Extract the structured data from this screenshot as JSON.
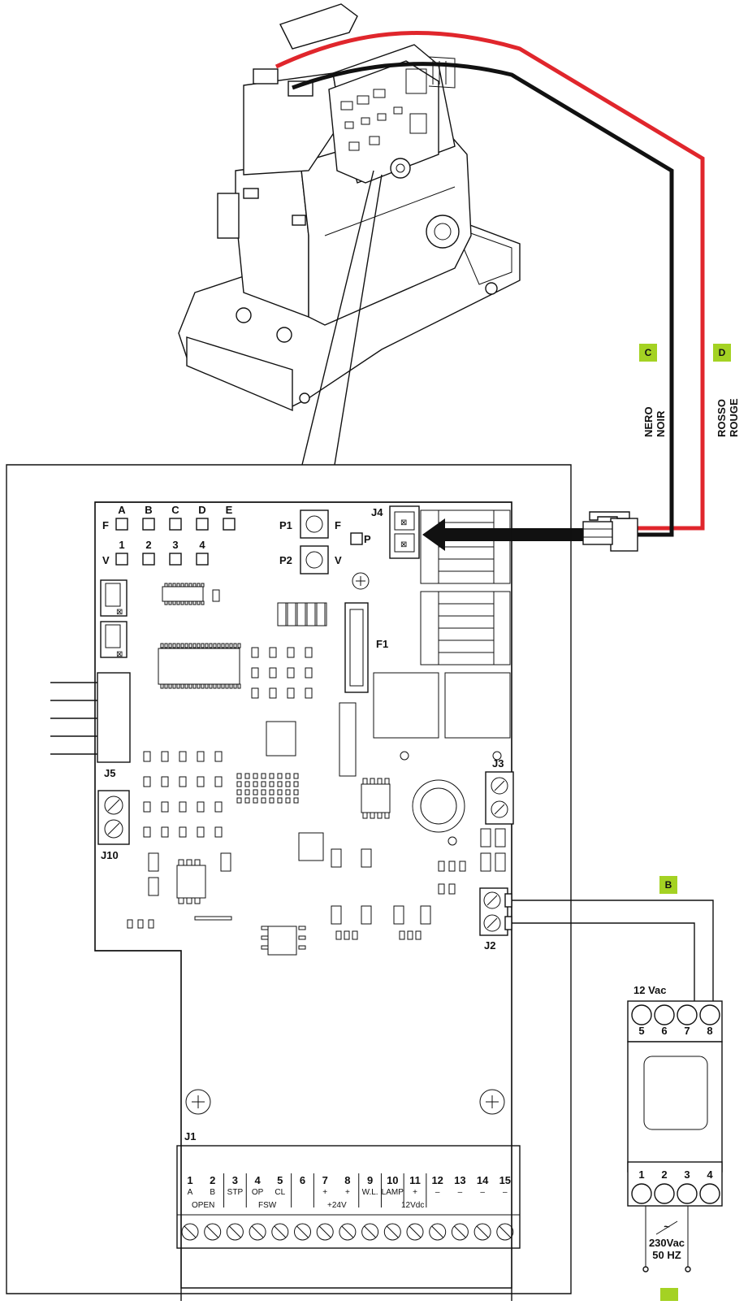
{
  "cable": {
    "c_badge": "C",
    "d_badge": "D",
    "black_it": "NERO",
    "black_fr": "NOIR",
    "red_it": "ROSSO",
    "red_fr": "ROUGE",
    "colors": {
      "red": "#e0262c",
      "black": "#111111",
      "badge": "#a4d223"
    }
  },
  "board": {
    "dip_letters": [
      "A",
      "B",
      "C",
      "D",
      "E"
    ],
    "dip_numbers": [
      "1",
      "2",
      "3",
      "4"
    ],
    "row_f": "F",
    "row_v": "V",
    "p1": "P1",
    "p1_side": "F",
    "p2": "P2",
    "p2_side": "V",
    "p_label": "P",
    "j4": "J4",
    "f1": "F1",
    "j5": "J5",
    "j10": "J10",
    "j3": "J3",
    "j2": "J2",
    "j1": "J1"
  },
  "terminals": [
    {
      "n": "1",
      "sub": "A"
    },
    {
      "n": "2",
      "sub": "B"
    },
    {
      "n": "3",
      "sub": "STP"
    },
    {
      "n": "4",
      "sub": "OP"
    },
    {
      "n": "5",
      "sub": "CL"
    },
    {
      "n": "6",
      "sub": ""
    },
    {
      "n": "7",
      "sub": "+"
    },
    {
      "n": "8",
      "sub": "+"
    },
    {
      "n": "9",
      "sub": "W.L."
    },
    {
      "n": "10",
      "sub": "LAMP"
    },
    {
      "n": "11",
      "sub": "+"
    },
    {
      "n": "12",
      "sub": "–"
    },
    {
      "n": "13",
      "sub": "–"
    },
    {
      "n": "14",
      "sub": "–"
    },
    {
      "n": "15",
      "sub": "–"
    }
  ],
  "terminal_groups": {
    "open": "OPEN",
    "fsw": "FSW",
    "v24": "+24V",
    "v12": "12Vdc"
  },
  "transformer": {
    "b_badge": "B",
    "out_label": "12 Vac",
    "top_pins": [
      "5",
      "6",
      "7",
      "8"
    ],
    "bottom_pins": [
      "1",
      "2",
      "3",
      "4"
    ],
    "ac_symbol": "~",
    "in_voltage": "230Vac",
    "in_freq": "50 HZ"
  }
}
